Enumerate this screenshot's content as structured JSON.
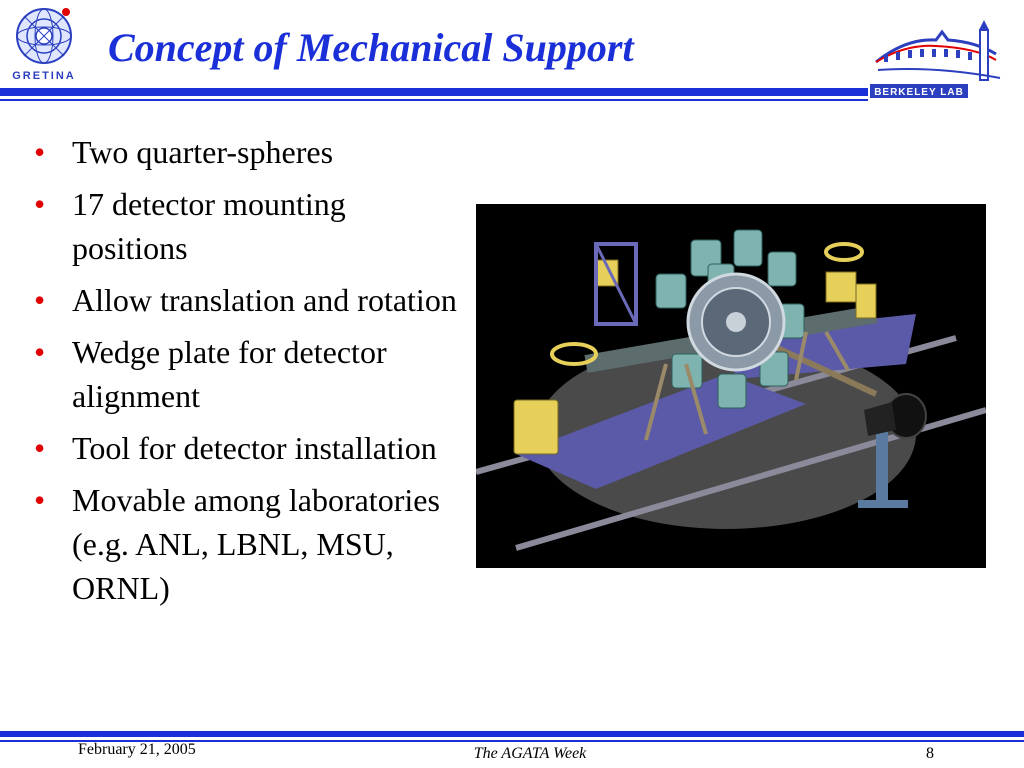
{
  "header": {
    "title": "Concept of Mechanical Support",
    "left_logo": {
      "icon": "gretina-logo-icon",
      "text": "GRETINA"
    },
    "right_logo": {
      "icon": "berkeley-lab-logo-icon",
      "text": "BERKELEY LAB"
    }
  },
  "bullets": [
    "Two quarter-spheres",
    "17 detector mounting positions",
    "Allow translation and rotation",
    "Wedge plate for detector alignment",
    "Tool for detector installation",
    "Movable among laboratories (e.g. ANL, LBNL, MSU, ORNL)"
  ],
  "figure": {
    "icon": "mechanical-support-render-image"
  },
  "footer": {
    "date": "February 21, 2005",
    "event": "The AGATA Week",
    "page": "8"
  },
  "colors": {
    "accent": "#1a2fd8",
    "bullet": "#e00000"
  }
}
